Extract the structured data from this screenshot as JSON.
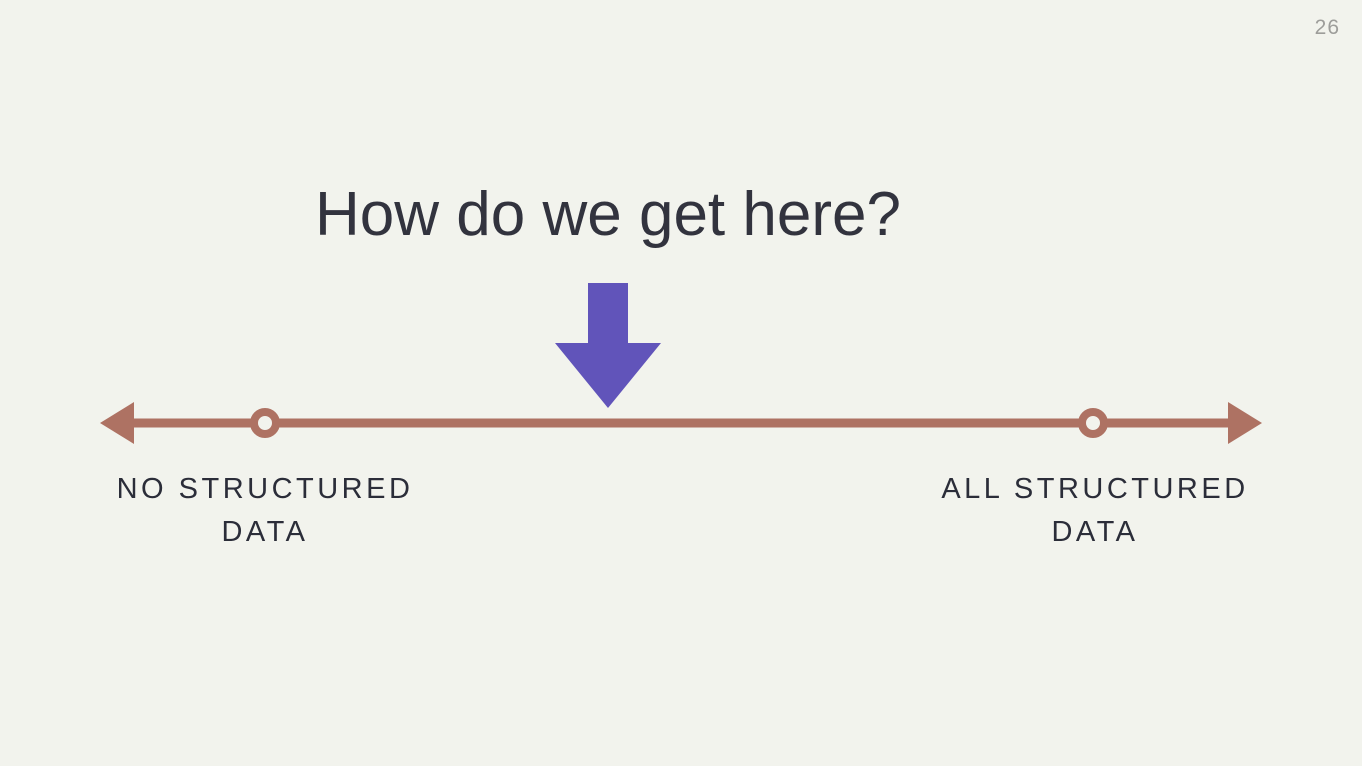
{
  "slide": {
    "page_number": "26",
    "title": "How do we get here?",
    "icons": {
      "pointer": "down-arrow-icon",
      "axis_left_end": "left-arrowhead-icon",
      "axis_right_end": "right-arrowhead-icon",
      "axis_markers": "ring-marker-icon"
    },
    "axis": {
      "left_label": "NO STRUCTURED DATA",
      "right_label": "ALL STRUCTURED DATA"
    },
    "colors": {
      "background": "#f2f3ed",
      "title_text": "#32333e",
      "label_text": "#2b2d39",
      "axis_line": "#ae7263",
      "arrow_purple": "#6154ba",
      "page_number": "#9d9d9a"
    }
  }
}
